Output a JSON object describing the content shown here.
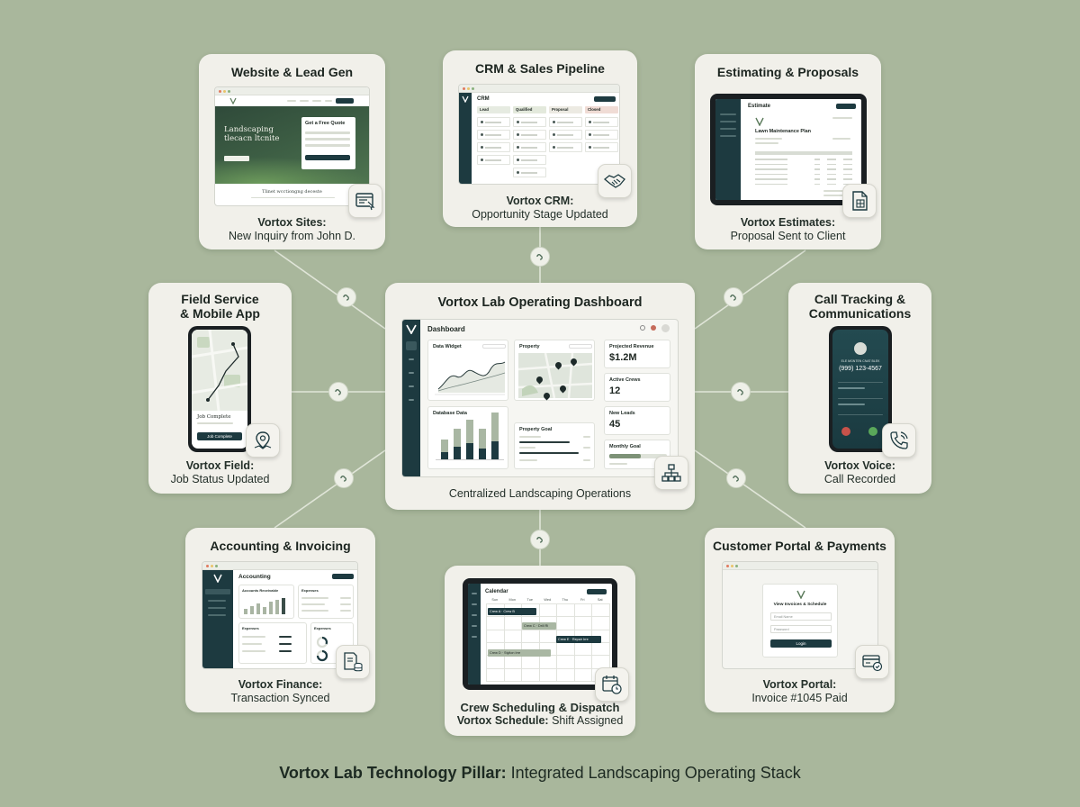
{
  "hub": {
    "title": "Vortox Lab Operating Dashboard",
    "caption": "Centralized Landscaping Operations",
    "dashboard": {
      "heading": "Dashboard",
      "data_widget": "Data Widget",
      "property": "Property",
      "database_data": "Database Data",
      "property_goal": "Property Goal",
      "projected_revenue_label": "Projected Revenue",
      "projected_revenue_value": "$1.2M",
      "active_crews_label": "Active Crews",
      "active_crews_value": "12",
      "new_leads_label": "New Leads",
      "new_leads_value": "45",
      "monthly_goal_label": "Monthly Goal",
      "monthly_goal_progress": 0.55
    }
  },
  "modules": {
    "website": {
      "title": "Website & Lead Gen",
      "product": "Vortox Sites:",
      "status": "New Inquiry from John D.",
      "hero_text": "Landscaping tlecacn ltcnite",
      "quote_title": "Get a Free Quote",
      "footer_text": "Tlinet wcctiongng deceste"
    },
    "crm": {
      "title": "CRM & Sales Pipeline",
      "product": "Vortox CRM:",
      "status": "Opportunity Stage Updated",
      "heading": "CRM",
      "stages": [
        "Lead",
        "Qualified",
        "Proposal",
        "Closed"
      ]
    },
    "estimating": {
      "title": "Estimating & Proposals",
      "product": "Vortox Estimates:",
      "status": "Proposal Sent to Client",
      "heading": "Estimate",
      "doc_title": "Lawn Maintenance Plan"
    },
    "field": {
      "title_line1": "Field Service",
      "title_line2": "& Mobile App",
      "product": "Vortox Field:",
      "status": "Job Status Updated",
      "job_label": "Job Complete",
      "job_button": "Job Complete"
    },
    "calls": {
      "title_line1": "Call Tracking &",
      "title_line2": "Communications",
      "product": "Vortox Voice:",
      "status": "Call Recorded",
      "caller_label": "ELE MGNTEN CNAT BLEK",
      "phone_number": "(999) 123-4567"
    },
    "accounting": {
      "title": "Accounting & Invoicing",
      "product": "Vortox Finance:",
      "status": "Transaction Synced",
      "heading": "Accounting",
      "receivable": "Accounts Receivable",
      "expenses": "Expenses"
    },
    "scheduling": {
      "title": "Crew Scheduling & Dispatch",
      "product": "Vortox Schedule:",
      "status": "Shift Assigned",
      "heading": "Calendar",
      "days": [
        "Sun",
        "Mon",
        "Tue",
        "Wed",
        "Thu",
        "Fri",
        "Sat"
      ],
      "shifts": [
        "Crew A · Crew B",
        "Crew C · Drill Ri",
        "Crew E · Repair Irre",
        "Crew D · Stylion Irre"
      ]
    },
    "portal": {
      "title": "Customer Portal & Payments",
      "product": "Vortox Portal:",
      "status": "Invoice #1045 Paid",
      "form_title": "View Invoices & Schedule",
      "email_placeholder": "Email Name",
      "password_placeholder": "Password",
      "login_label": "Login"
    }
  },
  "footer": {
    "bold": "Vortox Lab Technology Pillar:",
    "rest": " Integrated Landscaping Operating Stack"
  },
  "colors": {
    "background": "#a9b79c",
    "card": "#f1f0ea",
    "dark_teal": "#1d3a40",
    "connector": "#e8ece1"
  }
}
